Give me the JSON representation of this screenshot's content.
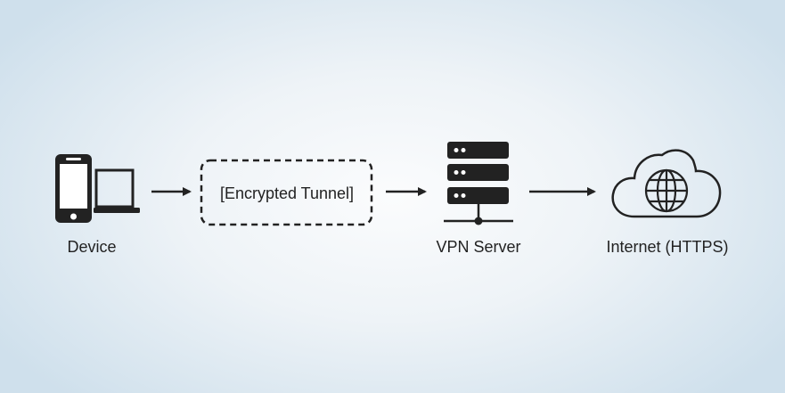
{
  "nodes": [
    {
      "id": "device",
      "label": "Device",
      "icon": "phone-laptop-icon"
    },
    {
      "id": "tunnel",
      "label": "[Encrypted Tunnel]",
      "icon": "dashed-box"
    },
    {
      "id": "vpn",
      "label": "VPN Server",
      "icon": "server-icon"
    },
    {
      "id": "internet",
      "label": "Internet (HTTPS)",
      "icon": "cloud-globe-icon"
    }
  ],
  "edges": [
    {
      "from": "device",
      "to": "tunnel"
    },
    {
      "from": "tunnel",
      "to": "vpn"
    },
    {
      "from": "vpn",
      "to": "internet"
    }
  ],
  "colors": {
    "ink": "#222222",
    "background_center": "#fbfcfd",
    "background_edge": "#cfe0ec"
  }
}
